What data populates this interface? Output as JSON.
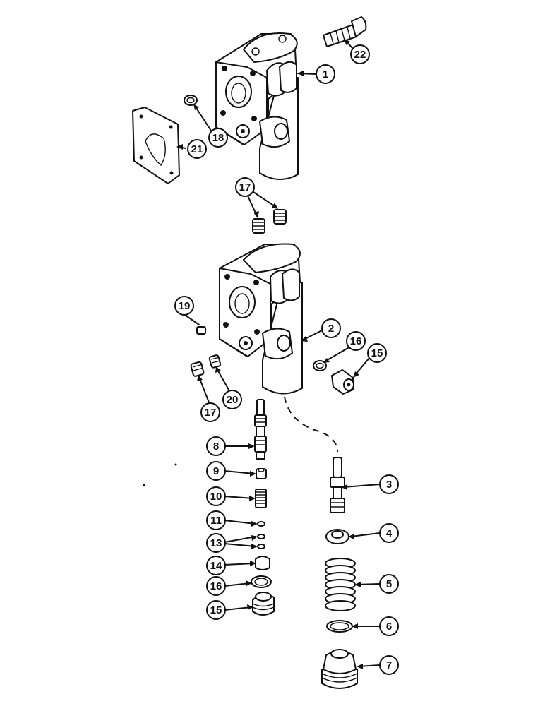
{
  "diagram": {
    "callouts": {
      "c1": "1",
      "c2": "2",
      "c3": "3",
      "c4": "4",
      "c5": "5",
      "c6": "6",
      "c7": "7",
      "c8": "8",
      "c9": "9",
      "c10": "10",
      "c11": "11",
      "c13": "13",
      "c14": "14",
      "c15a": "15",
      "c15b": "15",
      "c16a": "16",
      "c16b": "16",
      "c17a": "17",
      "c17b": "17",
      "c18": "18",
      "c19": "19",
      "c20": "20",
      "c21": "21",
      "c22": "22"
    }
  }
}
